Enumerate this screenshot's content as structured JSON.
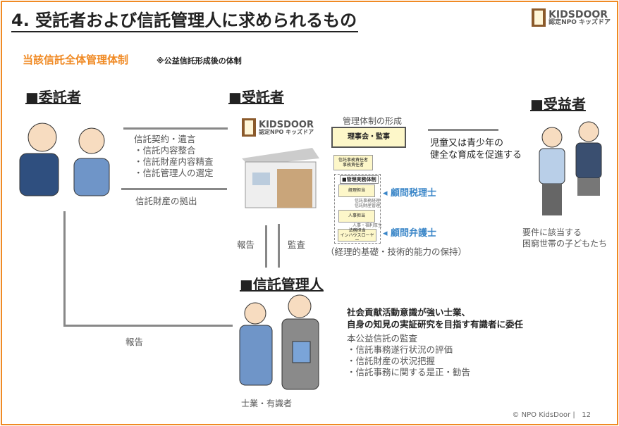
{
  "title": "4. 受託者および信託管理人に求められるもの",
  "logo": {
    "brand": "KIDSDOOR",
    "sub": "認定NPO キッズドア"
  },
  "subtitle": "当該信託全体管理体制",
  "subtitle_note": "※公益信託形成後の体制",
  "settlor": {
    "heading": "■委託者"
  },
  "trustee": {
    "heading": "■受託者"
  },
  "beneficiary": {
    "heading": "■受益者",
    "caption": [
      "要件に該当する",
      "困窮世帯の子どもたち"
    ]
  },
  "trust_admin": {
    "heading": "■信託管理人",
    "caption": "士業・有識者"
  },
  "settlor_trustee_items": [
    "信託契約・遺言",
    "・信託内容整合",
    "・信託財産内容精査",
    "・信託管理人の選定"
  ],
  "contribution": "信託財産の拠出",
  "goal": [
    "児童又は青少年の",
    "健全な育成を促進する"
  ],
  "structure": {
    "title": "管理体制の形成",
    "board": "理事会・監事",
    "exec": [
      "信託事務責任者",
      "事務責任者"
    ],
    "ops_title": "■管理実務体制",
    "accounting": "経理担当",
    "accounting_note": [
      "信託事務経理",
      "信託財産管理"
    ],
    "hr": "人事担当",
    "hr_note": "人事・福利厚生",
    "legal": [
      "法務担当",
      "インハウスローヤー"
    ],
    "tax_advisor": "◂ 顧問税理士",
    "legal_advisor": "◂ 顧問弁護士",
    "note": "（経理的基礎・技術的能力の保持）"
  },
  "report_label": "報告",
  "audit_label": "監査",
  "report_bottom": "報告",
  "admin_desc": [
    "社会貢献活動意識が強い士業、",
    "自身の知見の実証研究を目指す有識者に委任"
  ],
  "audit_title": "本公益信託の監査",
  "audit_items": [
    "・信託事務遂行状況の評価",
    "・信託財産の状況把握",
    "・信託事務に関する是正・勧告"
  ],
  "footer": {
    "copyright": "© NPO KidsDoor",
    "page": "12"
  },
  "colors": {
    "accent": "#f08a24",
    "blue": "#3a86c8"
  }
}
